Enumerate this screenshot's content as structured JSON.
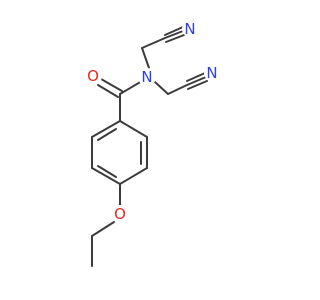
{
  "atoms": {
    "carbonyl_oxygen": {
      "symbol": "O",
      "color": "#e8281e"
    },
    "amide_nitrogen": {
      "symbol": "N",
      "color": "#2f3fe0"
    },
    "nitrile_nitrogen_upper": {
      "symbol": "N",
      "color": "#2f3fe0"
    },
    "nitrile_nitrogen_lower": {
      "symbol": "N",
      "color": "#2f3fe0"
    },
    "ether_oxygen": {
      "symbol": "O",
      "color": "#e8281e"
    }
  },
  "bond_color": "#3c3c3c"
}
